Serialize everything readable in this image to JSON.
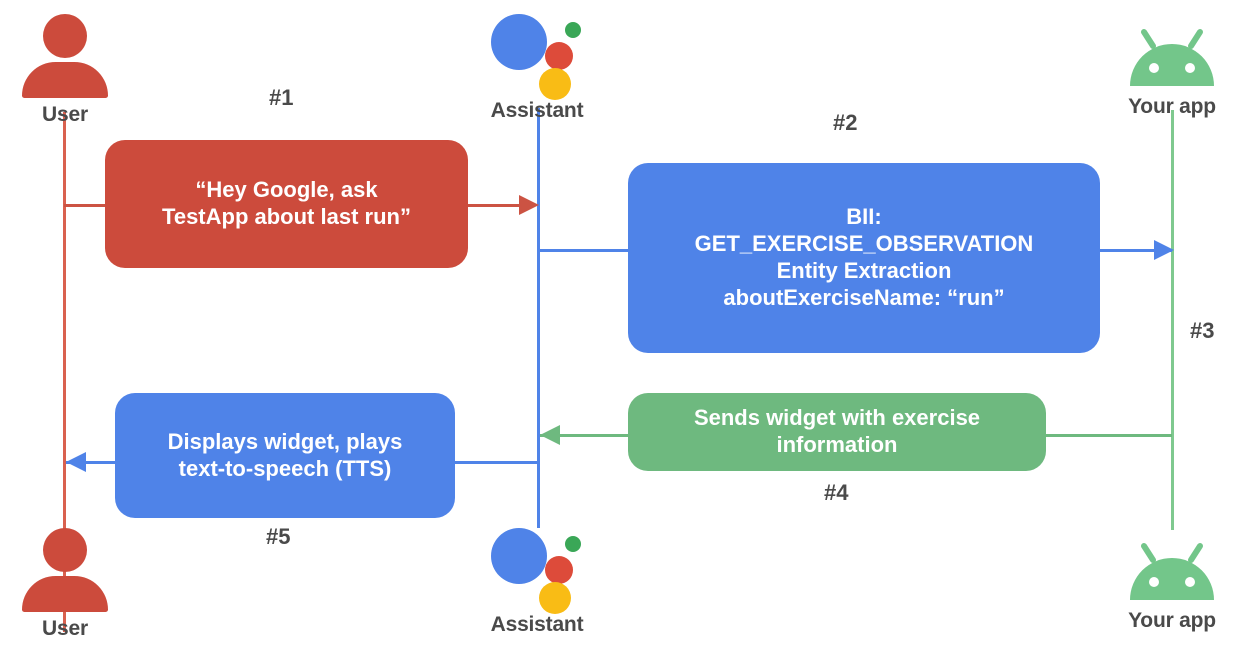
{
  "diagram": {
    "title": "Google Assistant App Actions sequence diagram",
    "colors": {
      "user_red": "#cc4b3c",
      "assistant_blue": "#4f83e8",
      "app_green": "#6eb97f",
      "android_green": "#73c68a",
      "label_gray": "#4a4a4a",
      "background": "#ffffff"
    }
  },
  "actors": {
    "user_top": {
      "label": "User",
      "icon": "user-icon"
    },
    "assistant_top": {
      "label": "Assistant",
      "icon": "google-assistant-icon"
    },
    "app_top": {
      "label": "Your app",
      "icon": "android-icon"
    },
    "user_bottom": {
      "label": "User",
      "icon": "user-icon"
    },
    "assistant_bottom": {
      "label": "Assistant",
      "icon": "google-assistant-icon"
    },
    "app_bottom": {
      "label": "Your app",
      "icon": "android-icon"
    }
  },
  "steps": {
    "step1": "#1",
    "step2": "#2",
    "step3": "#3",
    "step4": "#4",
    "step5": "#5"
  },
  "messages": {
    "utterance": {
      "line1": "“Hey Google, ask",
      "line2": "TestApp about last run”",
      "color": "#cc4b3c",
      "from": "User",
      "to": "Assistant"
    },
    "bii": {
      "line1": "BII:",
      "line2": "GET_EXERCISE_OBSERVATION",
      "line3": "Entity Extraction",
      "line4": "aboutExerciseName: “run”",
      "color": "#4f83e8",
      "from": "Assistant",
      "to": "Your app"
    },
    "widget": {
      "line1": "Sends widget with exercise",
      "line2": "information",
      "color": "#6eb97f",
      "from": "Your app",
      "to": "Assistant"
    },
    "tts": {
      "line1": "Displays widget, plays",
      "line2": "text-to-speech (TTS)",
      "color": "#4f83e8",
      "from": "Assistant",
      "to": "User"
    }
  }
}
